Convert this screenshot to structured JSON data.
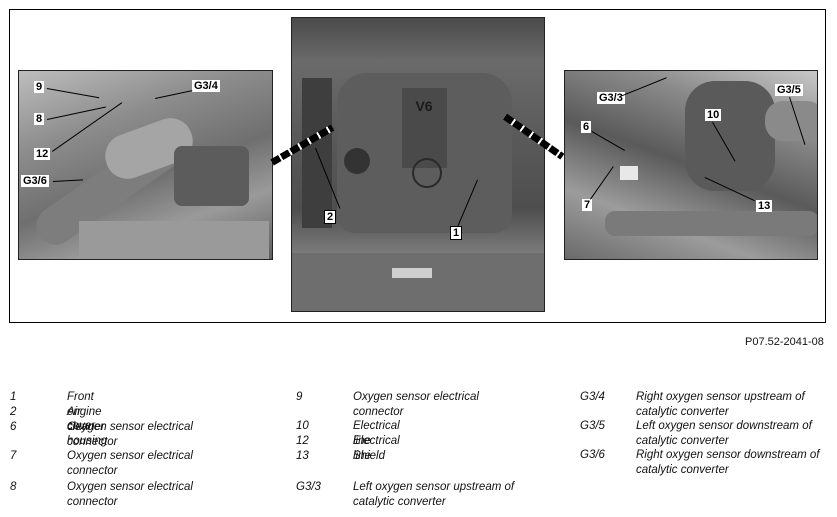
{
  "figure": {
    "reference": "P07.52-2041-08",
    "left_photo": {
      "callouts": [
        {
          "label": "9"
        },
        {
          "label": "8"
        },
        {
          "label": "12"
        },
        {
          "label": "G3/6"
        },
        {
          "label": "G3/4"
        }
      ]
    },
    "center_photo": {
      "callouts": [
        {
          "label": "2"
        },
        {
          "label": "1"
        }
      ],
      "badge_text": "V6"
    },
    "right_photo": {
      "callouts": [
        {
          "label": "G3/3"
        },
        {
          "label": "6"
        },
        {
          "label": "7"
        },
        {
          "label": "10"
        },
        {
          "label": "G3/5"
        },
        {
          "label": "13"
        }
      ]
    }
  },
  "legend": {
    "col1": [
      {
        "key": "1",
        "text": "Front engine cover"
      },
      {
        "key": "2",
        "text": "Air cleaner housing"
      },
      {
        "key": "6",
        "text": "Oxygen sensor electrical connector"
      },
      {
        "key": "7",
        "text": "Oxygen sensor electrical connector"
      },
      {
        "key": "8",
        "text": "Oxygen sensor electrical connector"
      }
    ],
    "col2": [
      {
        "key": "9",
        "text": "Oxygen sensor electrical connector"
      },
      {
        "key": "10",
        "text": "Electrical line"
      },
      {
        "key": "12",
        "text": "Electrical line"
      },
      {
        "key": "13",
        "text": "Shield"
      },
      {
        "key": "G3/3",
        "text": "Left oxygen sensor upstream of catalytic converter"
      }
    ],
    "col3": [
      {
        "key": "G3/4",
        "text": "Right oxygen sensor upstream of catalytic converter"
      },
      {
        "key": "G3/5",
        "text": "Left oxygen sensor downstream of catalytic converter"
      },
      {
        "key": "G3/6",
        "text": "Right oxygen sensor downstream of catalytic converter"
      }
    ]
  }
}
